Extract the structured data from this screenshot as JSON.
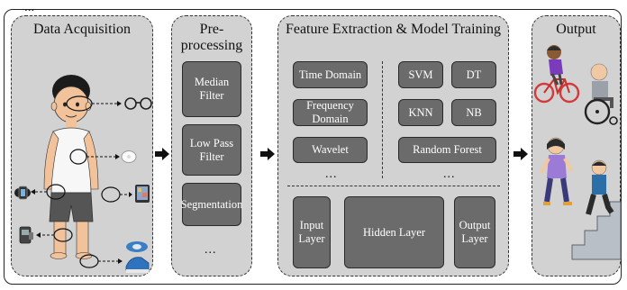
{
  "caption_fragment": "...",
  "panels": {
    "acquisition": {
      "title": "Data Acquisition"
    },
    "preprocessing": {
      "title": "Pre-processing",
      "items": [
        "Median Filter",
        "Low Pass Filter",
        "Segmentation"
      ],
      "ellipsis": "..."
    },
    "feature_training": {
      "title": "Feature Extraction & Model Training",
      "features": [
        "Time Domain",
        "Frequency Domain",
        "Wavelet"
      ],
      "features_ellipsis": "...",
      "classifiers": [
        "SVM",
        "DT",
        "KNN",
        "NB"
      ],
      "ensemble": "Random Forest",
      "classifiers_ellipsis": "...",
      "network": [
        "Input\nLayer",
        "Hidden Layer",
        "Output\nLayer"
      ]
    },
    "output": {
      "title": "Output"
    }
  },
  "icons": [
    "glasses-icon",
    "sensor-patch-icon",
    "smartwatch-icon",
    "tablet-icon",
    "ankle-sensor-icon",
    "sneaker-icon",
    "cyclist-icon",
    "wheelchair-user-icon",
    "walking-woman-icon",
    "stair-climber-icon",
    "arrow-right-icon"
  ],
  "colors": {
    "panel_bg": "#d2d2d2",
    "box_fill": "#6b6b6b",
    "box_text": "#ffffff",
    "border": "#222222"
  }
}
